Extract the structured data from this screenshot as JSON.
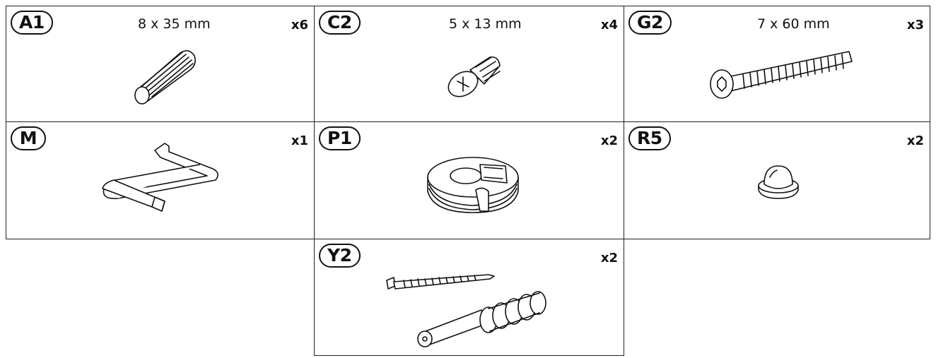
{
  "parts": [
    {
      "code": "A1",
      "dimension": "8 x 35 mm",
      "quantity": "x6",
      "icon": "wooden-dowel-icon"
    },
    {
      "code": "C2",
      "dimension": "5 x 13 mm",
      "quantity": "x4",
      "icon": "flat-head-screw-icon"
    },
    {
      "code": "G2",
      "dimension": "7 x 60 mm",
      "quantity": "x3",
      "icon": "hex-socket-bolt-icon"
    },
    {
      "code": "M",
      "dimension": "",
      "quantity": "x1",
      "icon": "allen-key-icon"
    },
    {
      "code": "P1",
      "dimension": "",
      "quantity": "x2",
      "icon": "cam-lock-icon"
    },
    {
      "code": "R5",
      "dimension": "",
      "quantity": "x2",
      "icon": "bumper-pad-icon"
    },
    {
      "code": "Y2",
      "dimension": "",
      "quantity": "x2",
      "icon": "wall-anchor-screw-icon"
    }
  ]
}
